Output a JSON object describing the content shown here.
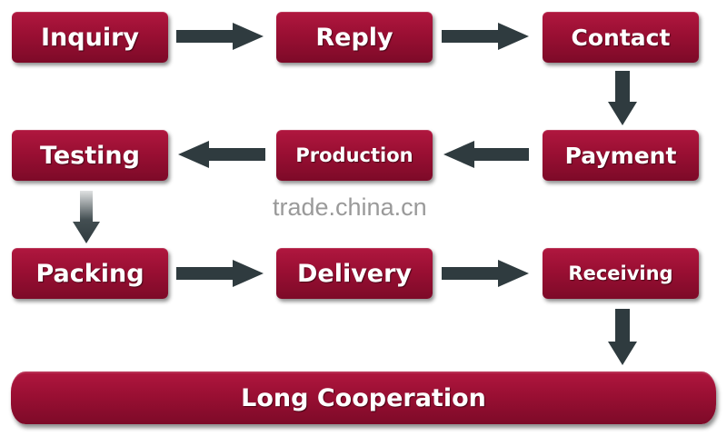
{
  "steps": {
    "inquiry": "Inquiry",
    "reply": "Reply",
    "contact": "Contact",
    "payment": "Payment",
    "production": "Production",
    "testing": "Testing",
    "packing": "Packing",
    "delivery": "Delivery",
    "receiving": "Receiving",
    "long_cooperation": "Long Cooperation"
  },
  "watermark": "trade.china.cn",
  "colors": {
    "box": "#9a0f33",
    "arrow": "#2f3b3f",
    "watermark": "#9a9a9a"
  },
  "icons": {
    "arrow_right": "arrow-right-icon",
    "arrow_left": "arrow-left-icon",
    "arrow_down": "arrow-down-icon"
  }
}
